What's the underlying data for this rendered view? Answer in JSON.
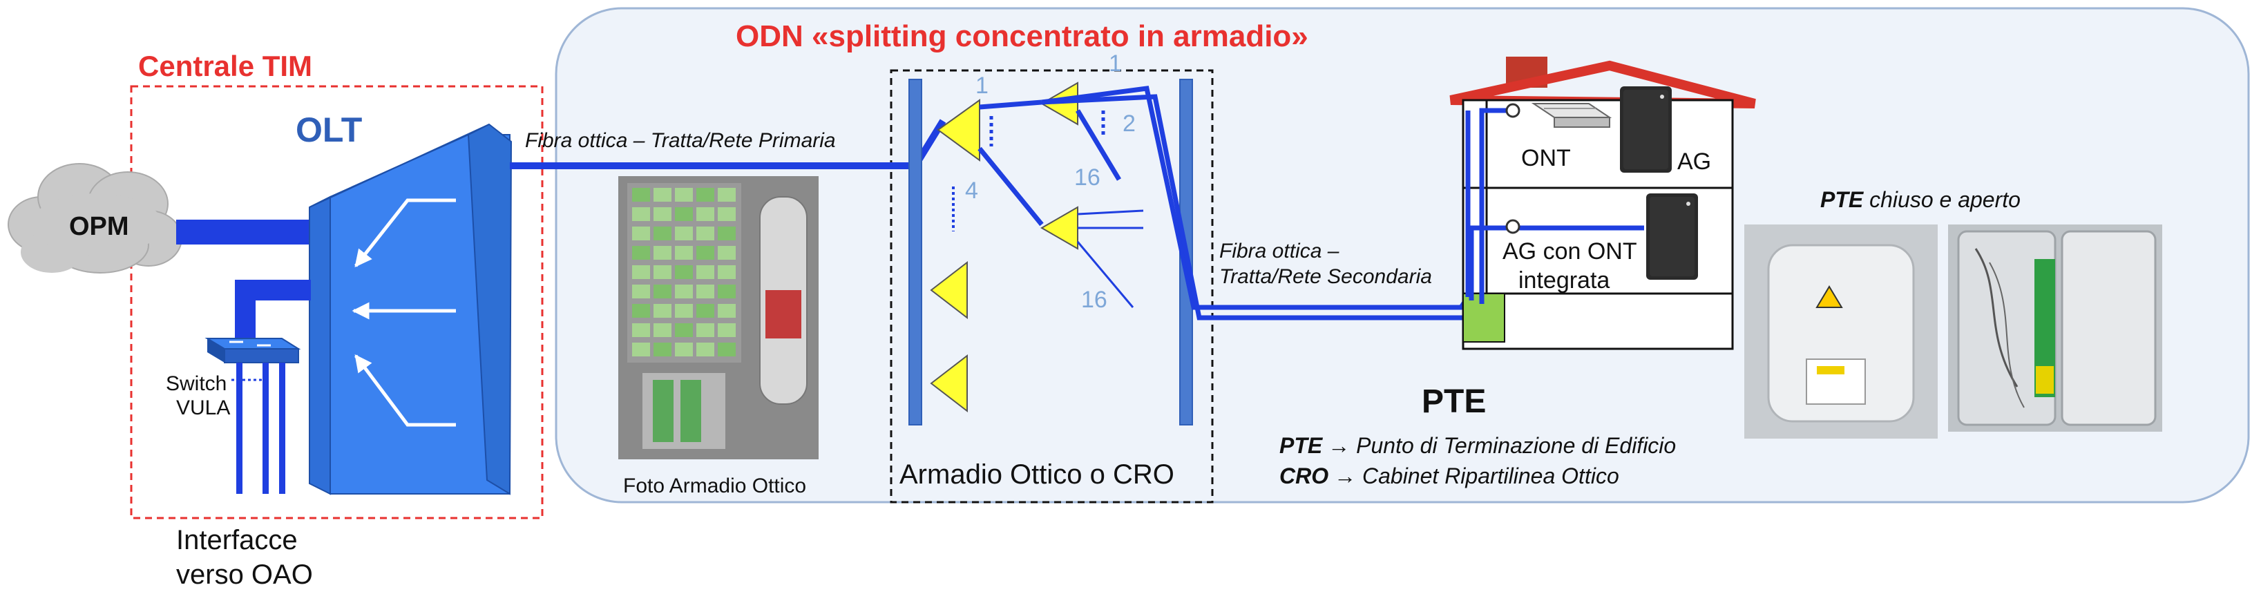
{
  "title": "ODN «splitting concentrato in armadio»",
  "central": {
    "label": "Centrale TIM",
    "olt_label": "OLT",
    "opm_label": "OPM",
    "switch_label_line1": "Switch",
    "switch_label_line2": "VULA",
    "interfaces_line1": "Interfacce",
    "interfaces_line2": "verso OAO"
  },
  "fibers": {
    "primary_label": "Fibra ottica – Tratta/Rete Primaria",
    "secondary_line1": "Fibra ottica –",
    "secondary_line2": "Tratta/Rete Secondaria"
  },
  "cabinet": {
    "photo_caption": "Foto Armadio Ottico",
    "label": "Armadio Ottico o  CRO",
    "port_numbers": [
      "1",
      "1",
      "2",
      "4",
      "16",
      "16"
    ]
  },
  "house": {
    "ont_label": "ONT",
    "ag_label": "AG",
    "ag_ont_line1": "AG con ONT",
    "ag_ont_line2": "integrata"
  },
  "pte": {
    "label": "PTE",
    "photo_caption_bold": "PTE",
    "photo_caption_rest": " chiuso e aperto"
  },
  "legend": {
    "pte_abbr": "PTE",
    "pte_text": "→ Punto di Terminazione di Edificio",
    "cro_abbr": "CRO",
    "cro_text": "→ Cabinet Ripartilinea Ottico"
  },
  "colors": {
    "accent_red": "#e8312f",
    "fiber_blue": "#1f3fe0",
    "olt_blue": "#3b82f0",
    "olt_title": "#2f5fb8",
    "odn_bg": "#eef3fa",
    "odn_border": "#9fb6d6",
    "splitter_yellow": "#ffff33",
    "number_blue": "#7ea7d8",
    "pte_green": "#92d050"
  }
}
